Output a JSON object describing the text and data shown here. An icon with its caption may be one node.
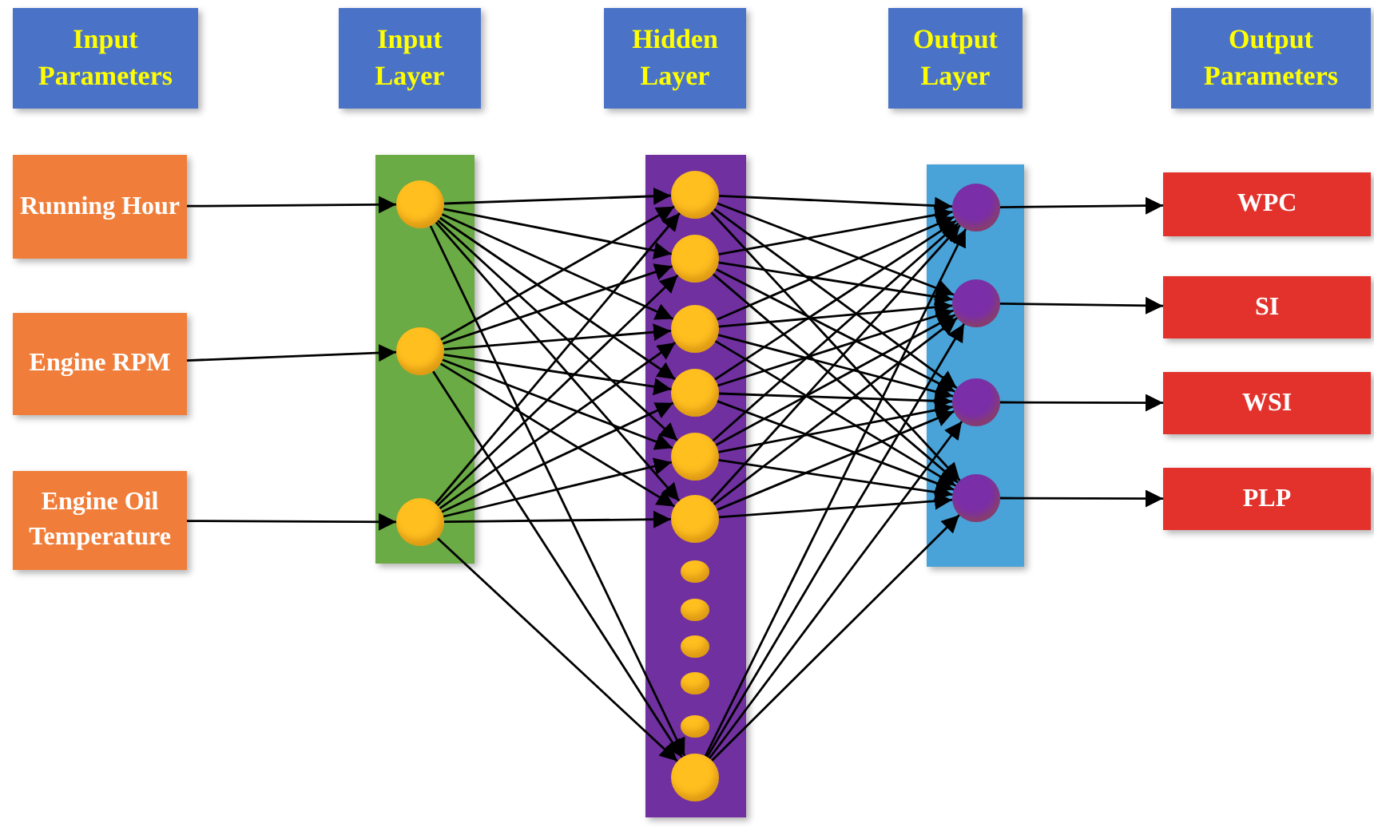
{
  "diagram": {
    "nodes": [
      {
        "text": [
          "Input Parameters"
        ]
      },
      {
        "text": [
          "Input Layer"
        ]
      },
      {
        "text": [
          "Hidden Layer"
        ]
      },
      {
        "text": [
          "Output Layer"
        ]
      },
      {
        "text": [
          "Output Parameters"
        ]
      },
      {
        "text": [
          "Running Hour"
        ]
      },
      {
        "text": [
          "Engine RPM"
        ]
      },
      {
        "text": [
          "Engine Oil Temperature"
        ]
      },
      {
        "text": [],
        "shape": "bar"
      },
      {
        "text": [],
        "shape": "circle",
        "in": 8
      },
      {
        "text": [],
        "shape": "circle",
        "in": 8
      },
      {
        "text": [],
        "shape": "circle",
        "in": 8
      },
      {
        "text": [],
        "shape": "bar"
      },
      {
        "text": [],
        "shape": "circle",
        "in": 12
      },
      {
        "text": [],
        "shape": "circle",
        "in": 12
      },
      {
        "text": [],
        "shape": "circle",
        "in": 12
      },
      {
        "text": [],
        "shape": "circle",
        "in": 12
      },
      {
        "text": [],
        "shape": "circle",
        "in": 12
      },
      {
        "text": [],
        "shape": "circle",
        "in": 12
      },
      {
        "text": [],
        "shape": "circle",
        "in": 12
      },
      {
        "text": [],
        "shape": "circle",
        "in": 12
      },
      {
        "text": [],
        "shape": "circle",
        "in": 12
      },
      {
        "text": [],
        "shape": "circle",
        "in": 12
      },
      {
        "text": [],
        "shape": "circle",
        "in": 12
      },
      {
        "text": [],
        "shape": "circle",
        "in": 12
      },
      {
        "text": [],
        "shape": "bar"
      },
      {
        "text": [],
        "shape": "circle",
        "in": 25
      },
      {
        "text": [],
        "shape": "circle",
        "in": 25
      },
      {
        "text": [],
        "shape": "circle",
        "in": 25
      },
      {
        "text": [],
        "shape": "circle",
        "in": 25
      },
      {
        "text": [
          "WPC"
        ]
      },
      {
        "text": [
          "SI"
        ]
      },
      {
        "text": [
          "WSI"
        ]
      },
      {
        "text": [
          "PLP"
        ]
      }
    ],
    "edges": [
      {
        "from": 5,
        "to": 9,
        "arrow": "to"
      },
      {
        "from": 6,
        "to": 10,
        "arrow": "to"
      },
      {
        "from": 7,
        "to": 11,
        "arrow": "to"
      },
      {
        "from": 9,
        "to": 13,
        "arrow": "to"
      },
      {
        "from": 9,
        "to": 14,
        "arrow": "to"
      },
      {
        "from": 9,
        "to": 15,
        "arrow": "to"
      },
      {
        "from": 9,
        "to": 16,
        "arrow": "to"
      },
      {
        "from": 9,
        "to": 17,
        "arrow": "to"
      },
      {
        "from": 9,
        "to": 18,
        "arrow": "to"
      },
      {
        "from": 9,
        "to": 24,
        "arrow": "to"
      },
      {
        "from": 10,
        "to": 13,
        "arrow": "to"
      },
      {
        "from": 10,
        "to": 14,
        "arrow": "to"
      },
      {
        "from": 10,
        "to": 15,
        "arrow": "to"
      },
      {
        "from": 10,
        "to": 16,
        "arrow": "to"
      },
      {
        "from": 10,
        "to": 17,
        "arrow": "to"
      },
      {
        "from": 10,
        "to": 18,
        "arrow": "to"
      },
      {
        "from": 10,
        "to": 24,
        "arrow": "to"
      },
      {
        "from": 11,
        "to": 13,
        "arrow": "to"
      },
      {
        "from": 11,
        "to": 14,
        "arrow": "to"
      },
      {
        "from": 11,
        "to": 15,
        "arrow": "to"
      },
      {
        "from": 11,
        "to": 16,
        "arrow": "to"
      },
      {
        "from": 11,
        "to": 17,
        "arrow": "to"
      },
      {
        "from": 11,
        "to": 18,
        "arrow": "to"
      },
      {
        "from": 11,
        "to": 24,
        "arrow": "to"
      },
      {
        "from": 13,
        "to": 26,
        "arrow": "to"
      },
      {
        "from": 13,
        "to": 27,
        "arrow": "to"
      },
      {
        "from": 13,
        "to": 28,
        "arrow": "to"
      },
      {
        "from": 13,
        "to": 29,
        "arrow": "to"
      },
      {
        "from": 14,
        "to": 26,
        "arrow": "to"
      },
      {
        "from": 14,
        "to": 27,
        "arrow": "to"
      },
      {
        "from": 14,
        "to": 28,
        "arrow": "to"
      },
      {
        "from": 14,
        "to": 29,
        "arrow": "to"
      },
      {
        "from": 15,
        "to": 26,
        "arrow": "to"
      },
      {
        "from": 15,
        "to": 27,
        "arrow": "to"
      },
      {
        "from": 15,
        "to": 28,
        "arrow": "to"
      },
      {
        "from": 15,
        "to": 29,
        "arrow": "to"
      },
      {
        "from": 16,
        "to": 26,
        "arrow": "to"
      },
      {
        "from": 16,
        "to": 27,
        "arrow": "to"
      },
      {
        "from": 16,
        "to": 28,
        "arrow": "to"
      },
      {
        "from": 16,
        "to": 29,
        "arrow": "to"
      },
      {
        "from": 17,
        "to": 26,
        "arrow": "to"
      },
      {
        "from": 17,
        "to": 27,
        "arrow": "to"
      },
      {
        "from": 17,
        "to": 28,
        "arrow": "to"
      },
      {
        "from": 17,
        "to": 29,
        "arrow": "to"
      },
      {
        "from": 18,
        "to": 26,
        "arrow": "to"
      },
      {
        "from": 18,
        "to": 27,
        "arrow": "to"
      },
      {
        "from": 18,
        "to": 28,
        "arrow": "to"
      },
      {
        "from": 18,
        "to": 29,
        "arrow": "to"
      },
      {
        "from": 24,
        "to": 26,
        "arrow": "to"
      },
      {
        "from": 24,
        "to": 27,
        "arrow": "to"
      },
      {
        "from": 24,
        "to": 28,
        "arrow": "to"
      },
      {
        "from": 24,
        "to": 29,
        "arrow": "to"
      },
      {
        "from": 26,
        "to": 30,
        "arrow": "to"
      },
      {
        "from": 27,
        "to": 31,
        "arrow": "to"
      },
      {
        "from": 28,
        "to": 32,
        "arrow": "to"
      },
      {
        "from": 29,
        "to": 33,
        "arrow": "to"
      }
    ]
  }
}
